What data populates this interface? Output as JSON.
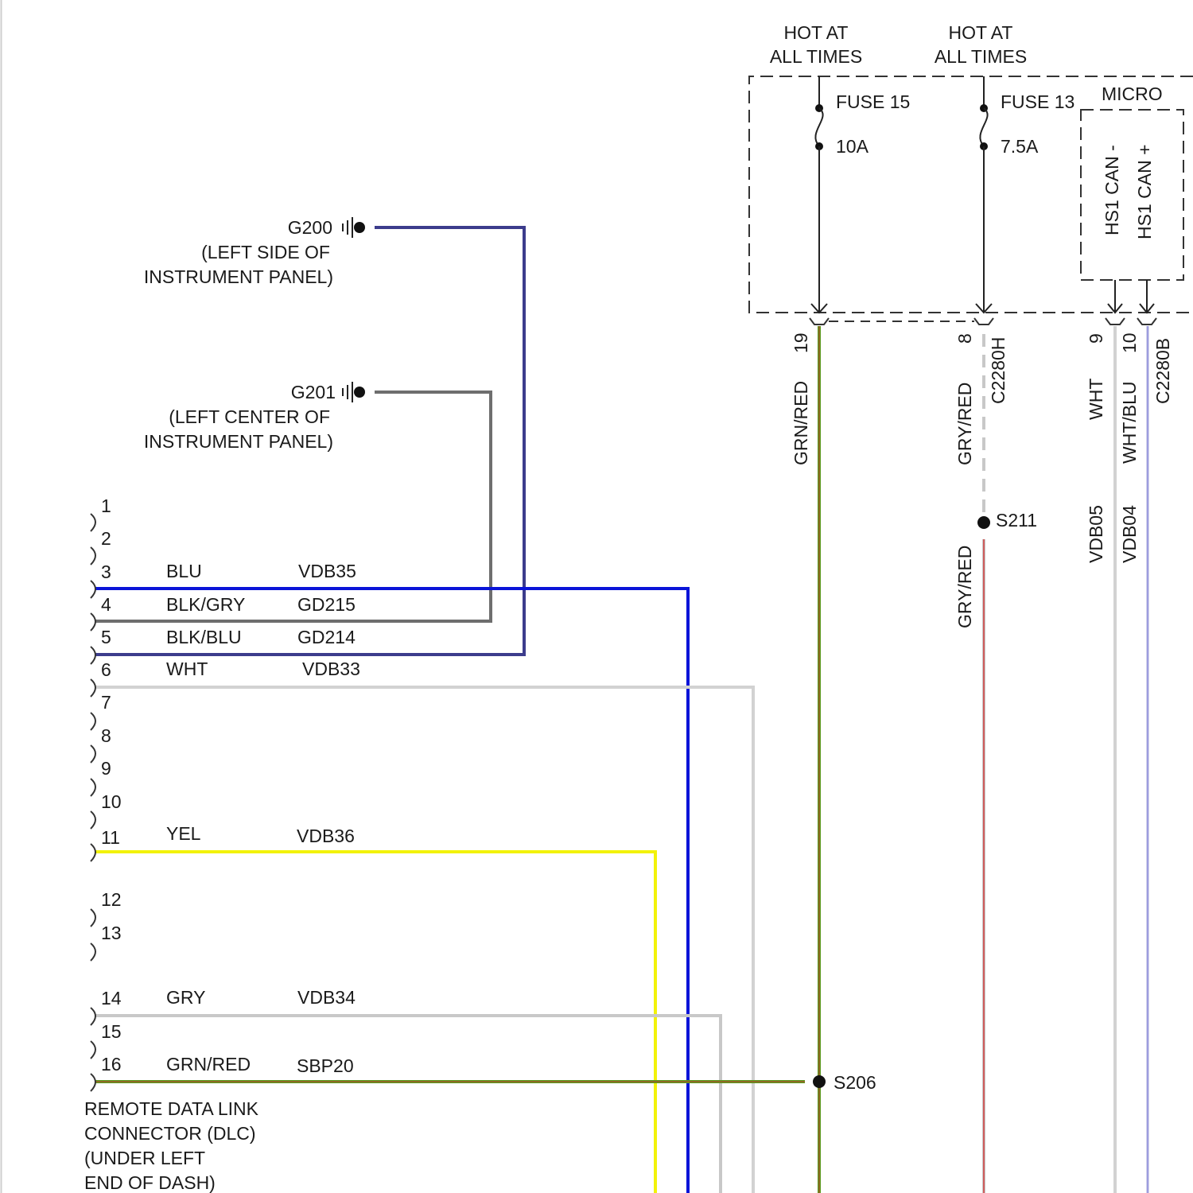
{
  "power": {
    "fuse15": {
      "hot_line1": "HOT AT",
      "hot_line2": "ALL TIMES",
      "name": "FUSE 15",
      "rating": "10A"
    },
    "fuse13": {
      "hot_line1": "HOT AT",
      "hot_line2": "ALL TIMES",
      "name": "FUSE 13",
      "rating": "7.5A"
    },
    "micro": {
      "title": "MICRO",
      "can_minus": "HS1 CAN -",
      "can_plus": "HS1 CAN +"
    }
  },
  "connectors": {
    "c2280h": "C2280H",
    "c2280b": "C2280B",
    "pins": {
      "p19": "19",
      "p8": "8",
      "p9": "9",
      "p10": "10"
    }
  },
  "wires": {
    "w19_color": "GRN/RED",
    "w8_color": "GRY/RED",
    "w8_below_color": "GRY/RED",
    "w9_color": "WHT",
    "w9_circuit": "VDB05",
    "w10_color": "WHT/BLU",
    "w10_circuit": "VDB04"
  },
  "splices": {
    "s211": "S211",
    "s206": "S206"
  },
  "grounds": {
    "g200": {
      "id": "G200",
      "line1": "(LEFT SIDE OF",
      "line2": "INSTRUMENT PANEL)"
    },
    "g201": {
      "id": "G201",
      "line1": "(LEFT CENTER OF",
      "line2": "INSTRUMENT PANEL)"
    }
  },
  "dlc": {
    "pins": [
      {
        "num": "1"
      },
      {
        "num": "2"
      },
      {
        "num": "3",
        "color": "BLU",
        "circuit": "VDB35"
      },
      {
        "num": "4",
        "color": "BLK/GRY",
        "circuit": "GD215"
      },
      {
        "num": "5",
        "color": "BLK/BLU",
        "circuit": "GD214"
      },
      {
        "num": "6",
        "color": "WHT",
        "circuit": "VDB33"
      },
      {
        "num": "7"
      },
      {
        "num": "8"
      },
      {
        "num": "9"
      },
      {
        "num": "10"
      },
      {
        "num": "11",
        "color": "YEL",
        "circuit": "VDB36"
      },
      {
        "num": "12"
      },
      {
        "num": "13"
      },
      {
        "num": "14",
        "color": "GRY",
        "circuit": "VDB34"
      },
      {
        "num": "15"
      },
      {
        "num": "16",
        "color": "GRN/RED",
        "circuit": "SBP20"
      }
    ],
    "label": [
      "REMOTE DATA LINK",
      "CONNECTOR (DLC)",
      "(UNDER LEFT",
      "END OF DASH)"
    ]
  },
  "colors": {
    "blue": "#0a14d8",
    "yellow": "#f2f20a",
    "green": "#5a9a1e",
    "red": "#d23a3a",
    "gray_light": "#c8c8c8",
    "gray_dark": "#6e6e6e",
    "navy": "#3c3c8c",
    "lavender": "#8a8ad8"
  }
}
